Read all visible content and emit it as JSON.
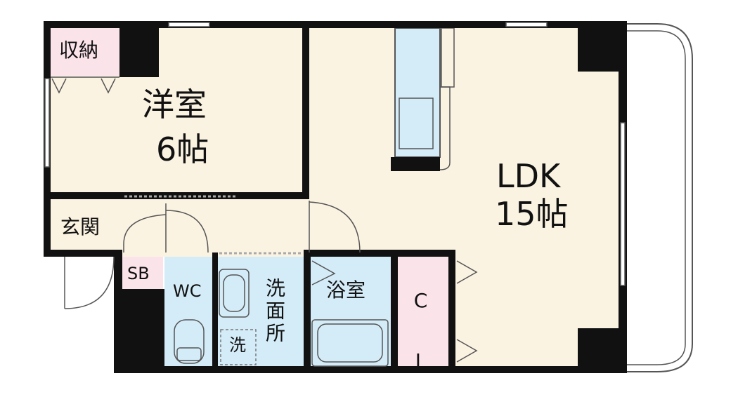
{
  "rooms": {
    "western_room": {
      "name": "洋室",
      "size": "6帖"
    },
    "ldk": {
      "name": "LDK",
      "size": "15帖"
    },
    "storage": {
      "name": "収納"
    },
    "entrance": {
      "name": "玄関"
    },
    "shoe_box": {
      "name": "SB"
    },
    "toilet": {
      "name": "WC"
    },
    "washroom": {
      "name": "洗面所"
    },
    "washer": {
      "name": "洗"
    },
    "bathroom": {
      "name": "浴室"
    },
    "closet": {
      "name": "C L"
    }
  },
  "colors": {
    "wall": "#111111",
    "floor": "#fbf3e2",
    "wet_area": "#d4ecf8",
    "storage": "#fbe3ea",
    "line": "#555555"
  }
}
